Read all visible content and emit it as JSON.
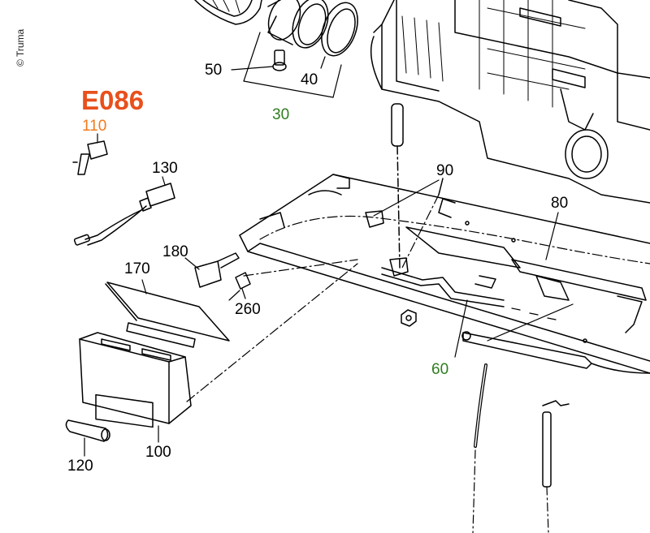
{
  "copyright": "© Truma",
  "diagram_code": "E086",
  "part_labels": [
    {
      "id": "p50",
      "text": "50",
      "color": "black"
    },
    {
      "id": "p40",
      "text": "40",
      "color": "black"
    },
    {
      "id": "p30",
      "text": "30",
      "color": "green"
    },
    {
      "id": "p110",
      "text": "110",
      "color": "orange"
    },
    {
      "id": "p130",
      "text": "130",
      "color": "black"
    },
    {
      "id": "p90",
      "text": "90",
      "color": "black"
    },
    {
      "id": "p80",
      "text": "80",
      "color": "black"
    },
    {
      "id": "p180",
      "text": "180",
      "color": "black"
    },
    {
      "id": "p170",
      "text": "170",
      "color": "black"
    },
    {
      "id": "p260",
      "text": "260",
      "color": "black"
    },
    {
      "id": "p60",
      "text": "60",
      "color": "green"
    },
    {
      "id": "p100",
      "text": "100",
      "color": "black"
    },
    {
      "id": "p120",
      "text": "120",
      "color": "black"
    }
  ],
  "colors": {
    "code": "#e8501c",
    "orange_label": "#f07a1e",
    "green_label": "#2e7d1e",
    "line": "#000000"
  }
}
